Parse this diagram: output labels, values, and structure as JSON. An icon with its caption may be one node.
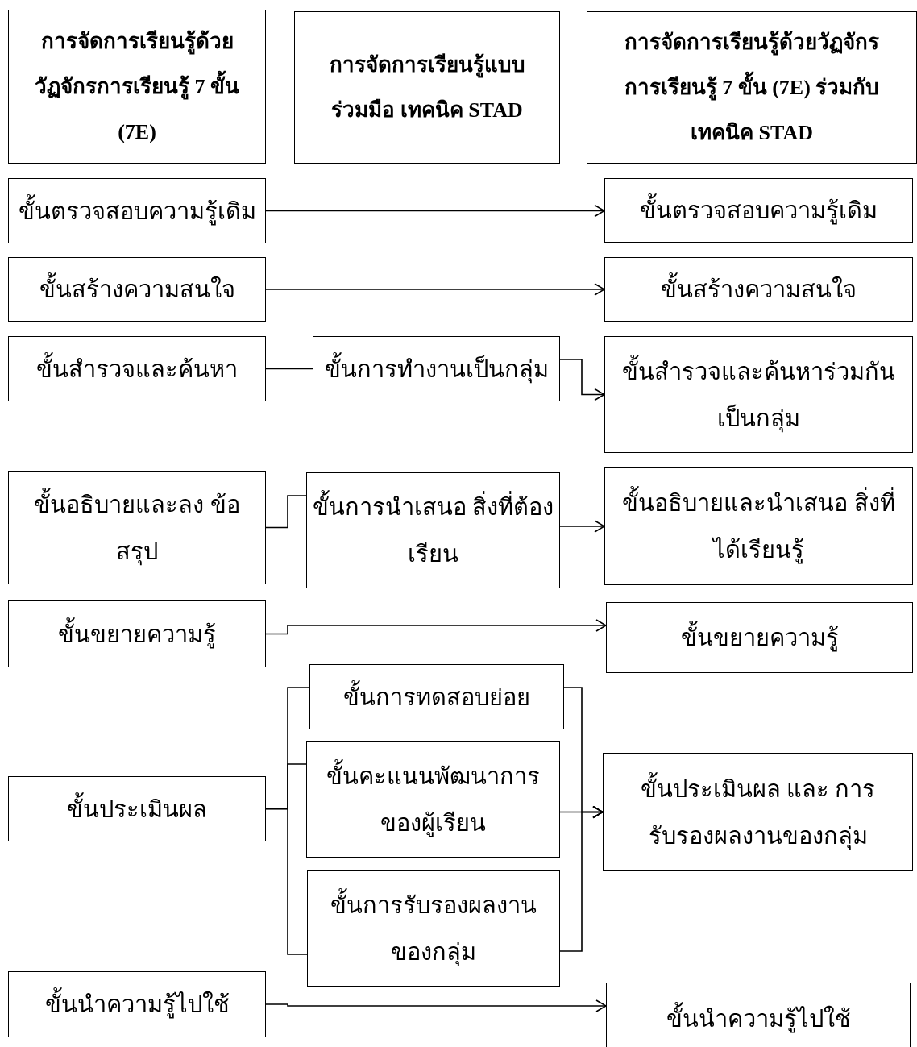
{
  "diagram": {
    "nodes": [
      {
        "text": [
          "การจัดการเรียนรู้ด้วย วัฏจักรการเรียนรู้ 7 ขั้น (7E)"
        ]
      },
      {
        "text": [
          "การจัดการเรียนรู้แบบ ร่วมมือ เทคนิค STAD"
        ]
      },
      {
        "text": [
          "การจัดการเรียนรู้ด้วยวัฏจักร การเรียนรู้ 7 ขั้น (7E) ร่วมกับ เทคนิค STAD"
        ]
      },
      {
        "text": [
          "ขั้นตรวจสอบความรู้เดิม"
        ]
      },
      {
        "text": [
          "ขั้นตรวจสอบความรู้เดิม"
        ]
      },
      {
        "text": [
          "ขั้นสร้างความสนใจ"
        ]
      },
      {
        "text": [
          "ขั้นสร้างความสนใจ"
        ]
      },
      {
        "text": [
          "ขั้นสำรวจและค้นหา"
        ]
      },
      {
        "text": [
          "ขั้นการทำงานเป็นกลุ่ม"
        ]
      },
      {
        "text": [
          "ขั้นสำรวจและค้นหาร่วมกัน เป็นกลุ่ม"
        ]
      },
      {
        "text": [
          "ขั้นอธิบายและลง ข้อสรุป"
        ]
      },
      {
        "text": [
          "ขั้นการนำเสนอ สิ่งที่ต้องเรียน"
        ]
      },
      {
        "text": [
          "ขั้นอธิบายและนำเสนอ สิ่งที่ได้เรียนรู้"
        ]
      },
      {
        "text": [
          "ขั้นขยายความรู้"
        ]
      },
      {
        "text": [
          "ขั้นขยายความรู้"
        ]
      },
      {
        "text": [
          "ขั้นประเมินผล"
        ]
      },
      {
        "text": [
          "ขั้นการทดสอบย่อย"
        ]
      },
      {
        "text": [
          "ขั้นคะแนนพัฒนาการ ของผู้เรียน"
        ]
      },
      {
        "text": [
          "ขั้นการรับรองผลงาน ของกลุ่ม"
        ]
      },
      {
        "text": [
          "ขั้นประเมินผล และ การรับรองผลงานของกลุ่ม"
        ]
      },
      {
        "text": [
          "ขั้นนำความรู้ไปใช้"
        ]
      },
      {
        "text": [
          "ขั้นนำความรู้ไปใช้"
        ]
      }
    ],
    "edges": [
      {
        "from": 3,
        "to": 4,
        "arrow": "to"
      },
      {
        "from": 5,
        "to": 6,
        "arrow": "to"
      },
      {
        "from": 7,
        "to": 8,
        "arrow": "none"
      },
      {
        "from": 8,
        "to": 9,
        "arrow": "to"
      },
      {
        "from": 10,
        "to": 11,
        "arrow": "none"
      },
      {
        "from": 11,
        "to": 12,
        "arrow": "to"
      },
      {
        "from": 13,
        "to": 14,
        "arrow": "to"
      },
      {
        "from": 15,
        "to": 16,
        "arrow": "none"
      },
      {
        "from": 15,
        "to": 17,
        "arrow": "none"
      },
      {
        "from": 15,
        "to": 18,
        "arrow": "none"
      },
      {
        "from": 16,
        "to": 19,
        "arrow": "to"
      },
      {
        "from": 17,
        "to": 19,
        "arrow": "to"
      },
      {
        "from": 18,
        "to": 19,
        "arrow": "to"
      },
      {
        "from": 20,
        "to": 21,
        "arrow": "to"
      }
    ]
  }
}
